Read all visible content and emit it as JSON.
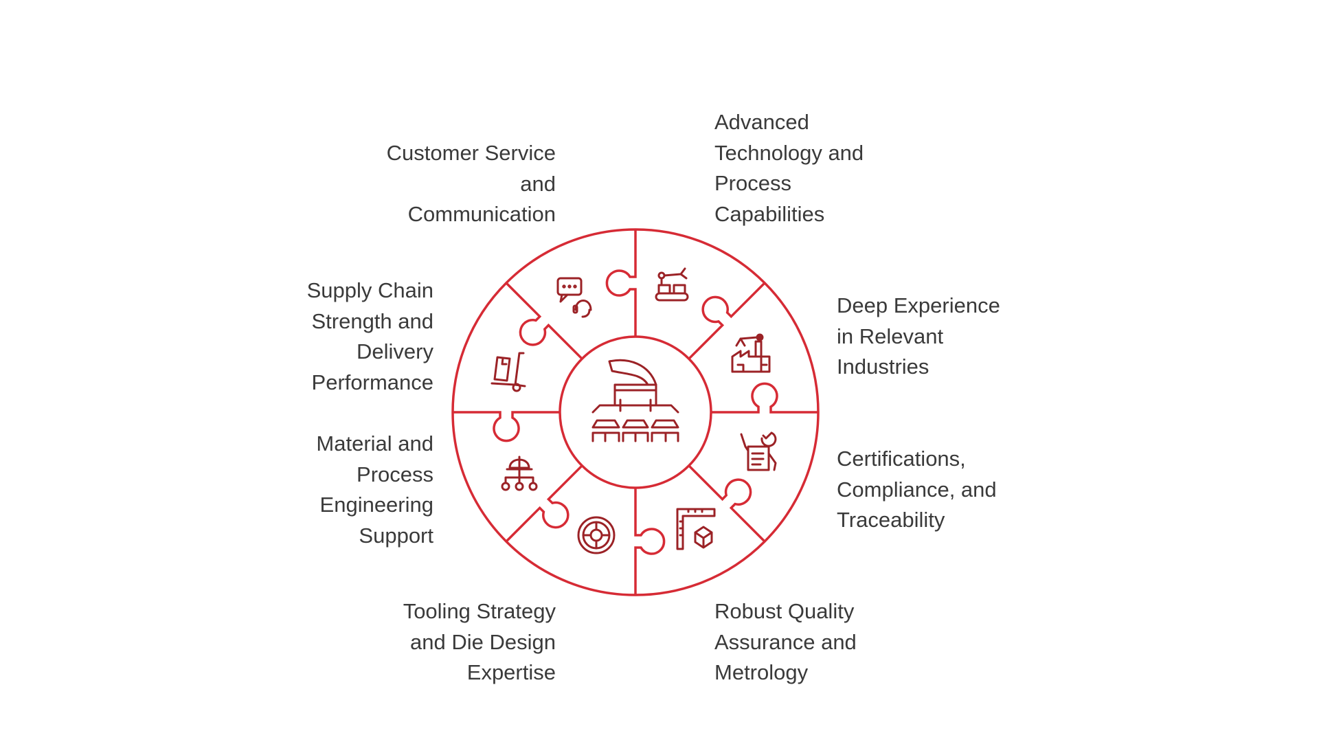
{
  "colors": {
    "outline": "#d62b35",
    "icon": "#9b2226",
    "text": "#3a3a3a"
  },
  "center": {
    "icon": "manufacturing-machine-icon"
  },
  "segments": [
    {
      "id": "customer-service",
      "lines": [
        "Customer Service",
        "and",
        "Communication"
      ],
      "icon": "chat-headset-icon"
    },
    {
      "id": "advanced-technology",
      "lines": [
        "Advanced",
        "Technology and",
        "Process",
        "Capabilities"
      ],
      "icon": "robot-conveyor-icon"
    },
    {
      "id": "deep-experience",
      "lines": [
        "Deep Experience",
        "in Relevant",
        "Industries"
      ],
      "icon": "factory-robot-arm-icon"
    },
    {
      "id": "certifications",
      "lines": [
        "Certifications,",
        "Compliance, and",
        "Traceability"
      ],
      "icon": "document-check-icon"
    },
    {
      "id": "quality-assurance",
      "lines": [
        "Robust Quality",
        "Assurance and",
        "Metrology"
      ],
      "icon": "ruler-cube-icon"
    },
    {
      "id": "tooling-strategy",
      "lines": [
        "Tooling Strategy",
        "and Die Design",
        "Expertise"
      ],
      "icon": "die-wheel-icon"
    },
    {
      "id": "material-engineering",
      "lines": [
        "Material and",
        "Process",
        "Engineering",
        "Support"
      ],
      "icon": "engineer-hierarchy-icon"
    },
    {
      "id": "supply-chain",
      "lines": [
        "Supply Chain",
        "Strength and",
        "Delivery",
        "Performance"
      ],
      "icon": "hand-truck-icon"
    }
  ]
}
